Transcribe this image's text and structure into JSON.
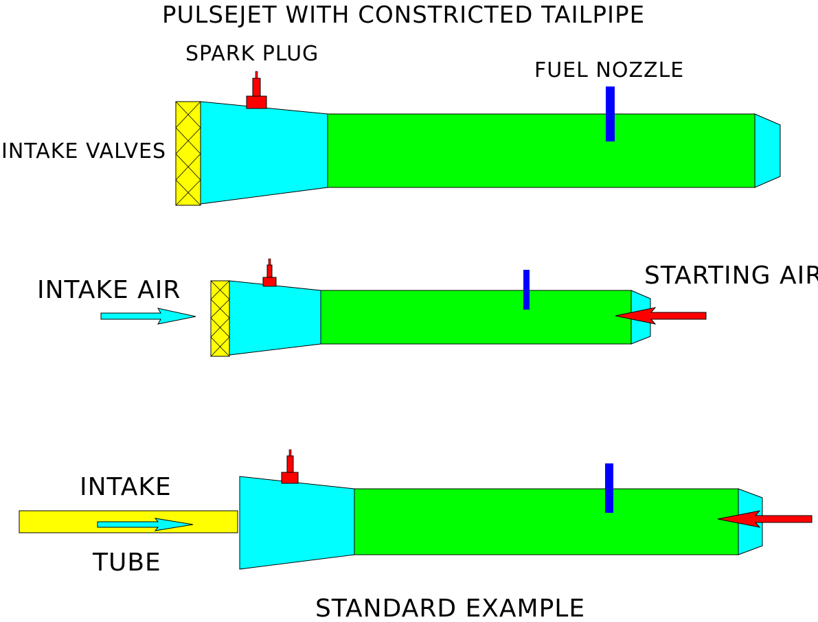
{
  "title": "PULSEJET WITH CONSTRICTED TAILPIPE",
  "labels": {
    "spark_plug": "SPARK PLUG",
    "fuel_nozzle": "FUEL NOZZLE",
    "intake_valves": "INTAKE VALVES",
    "intake_air": "INTAKE AIR",
    "starting_air": "STARTING AIR",
    "intake": "INTAKE",
    "tube": "TUBE",
    "standard_example": "STANDARD EXAMPLE"
  },
  "colors": {
    "valves": "#ffff00",
    "combustion_chamber": "#00ffff",
    "tailpipe": "#00ff00",
    "spark_plug": "#ff0000",
    "fuel_nozzle": "#0000ff",
    "intake_air_arrow": "#00ffff",
    "starting_air_arrow": "#ff0000",
    "intake_tube": "#ffff00"
  }
}
